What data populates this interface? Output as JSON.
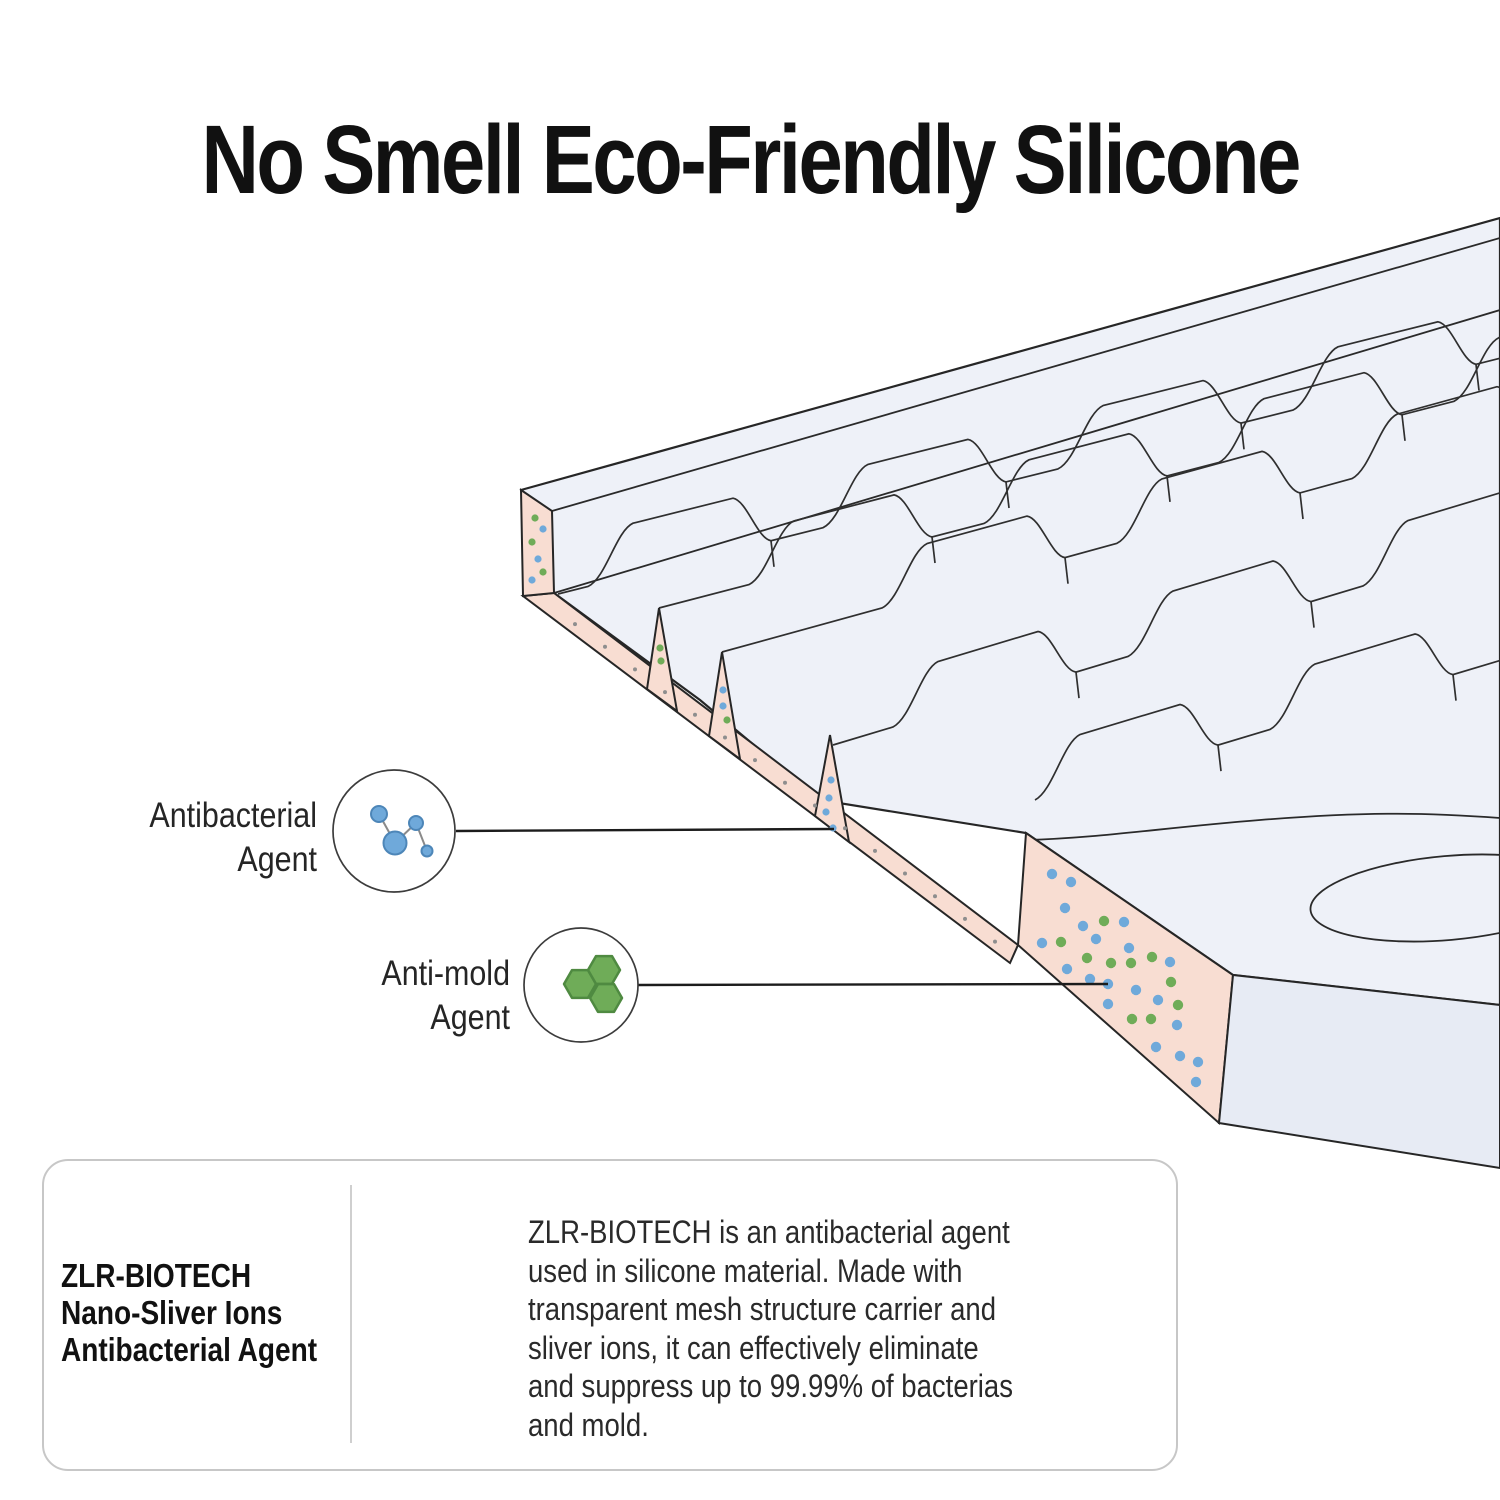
{
  "title": "No Smell Eco-Friendly Silicone",
  "illustration": {
    "name": "silicone-keyboard-cover-cross-section",
    "description_of_marks": "keyboard cover slab with pink cross-sections speckled with agent particles"
  },
  "colors": {
    "antibacterial_blue": "#6fa9da",
    "antimold_green": "#6fac58",
    "silicone_pink": "#f8ddd2",
    "surface_tint": "#eef1f8",
    "outline": "#2a2a2a"
  },
  "callouts": {
    "antibacterial": {
      "line1": "Antibacterial",
      "line2": "Agent",
      "icon": "molecule-icon"
    },
    "antimold": {
      "line1": "Anti-mold",
      "line2": "Agent",
      "icon": "hexagon-cluster-icon"
    }
  },
  "info_box": {
    "heading_lines": [
      "ZLR-BIOTECH",
      "Nano-Sliver Ions",
      "Antibacterial Agent"
    ],
    "description_lines": [
      "ZLR-BIOTECH is an antibacterial agent",
      "used in silicone material. Made with",
      "transparent mesh structure carrier and",
      "sliver ions, it can effectively eliminate",
      "and suppress up to 99.99% of bacterias",
      "and mold."
    ]
  }
}
